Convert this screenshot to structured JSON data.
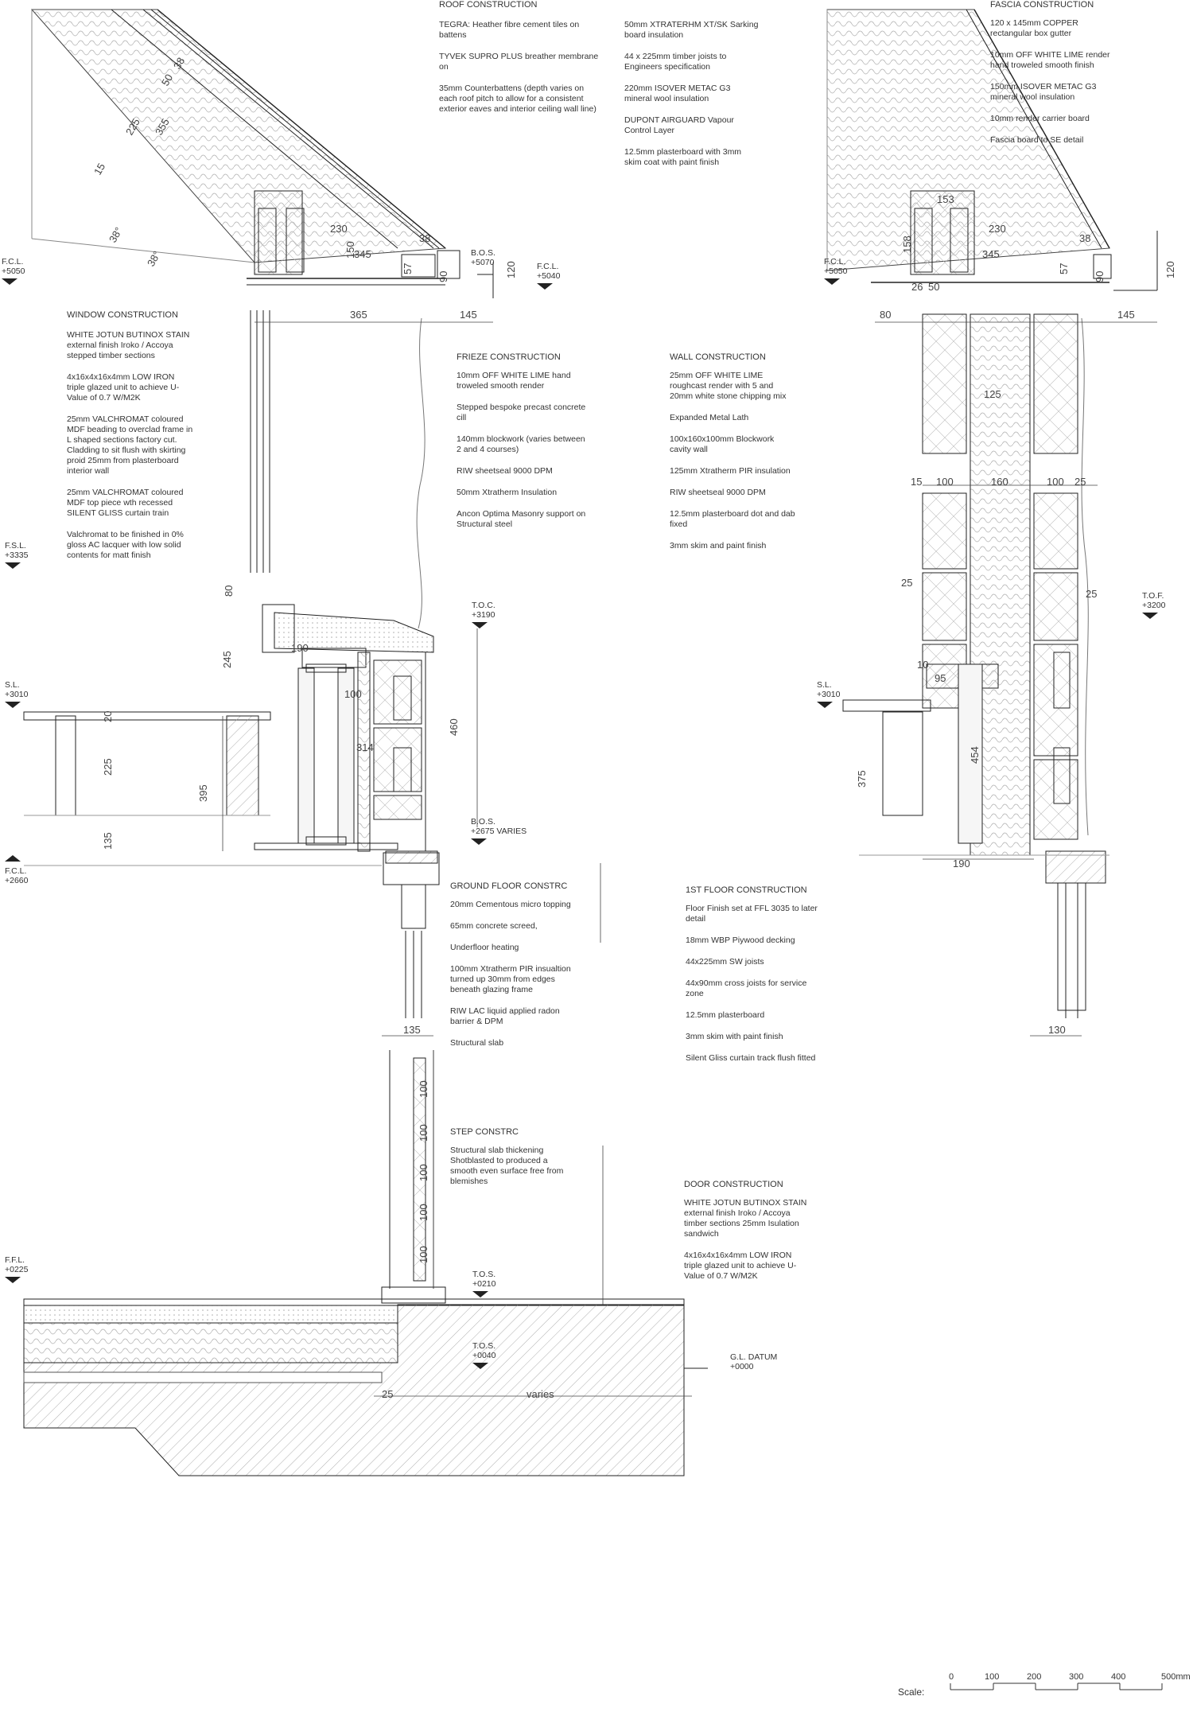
{
  "roof": {
    "title": "ROOF CONSTRUCTION",
    "col1": [
      "TEGRA: Heather fibre cement tiles on battens",
      "TYVEK SUPRO PLUS breather membrane on",
      "35mm Counterbattens (depth varies on each roof pitch to allow for a consistent exterior  eaves and interior ceiling wall  line)"
    ],
    "col2": [
      "50mm  XTRATERHM XT/SK Sarking board insulation",
      "44 x 225mm timber joists to Engineers specification",
      "220mm ISOVER METAC G3 mineral wool insulation",
      "DUPONT AIRGUARD Vapour Control Layer",
      "12.5mm plasterboard with 3mm skim coat with paint finish"
    ]
  },
  "fascia": {
    "title": "FASCIA CONSTRUCTION",
    "lines": [
      "120 x 145mm COPPER rectangular box gutter",
      "10mm OFF WHITE LIME render hand troweled smooth finish",
      "150mm ISOVER METAC G3 mineral wool insulation",
      "10mm render carrier board",
      "Fascia board to SE detail"
    ]
  },
  "window": {
    "title": "WINDOW CONSTRUCTION",
    "lines": [
      "WHITE JOTUN BUTINOX STAIN external finish Iroko / Accoya  stepped timber sections",
      "4x16x4x16x4mm LOW IRON triple glazed unit to achieve U-Value of 0.7 W/M2K",
      "25mm VALCHROMAT coloured MDF  beading to overclad frame in L shaped sections factory cut. Cladding to sit flush with skirting proid 25mm from plasterboard interior wall",
      "25mm VALCHROMAT coloured MDF  top piece wth recessed SILENT GLISS curtain train",
      "Valchromat to be finished in 0% gloss AC lacquer with low solid contents for matt finish"
    ]
  },
  "frieze": {
    "title": "FRIEZE CONSTRUCTION",
    "lines": [
      "10mm OFF WHITE LIME hand troweled smooth render",
      "Stepped bespoke precast concrete cill",
      "140mm blockwork (varies between 2 and 4 courses)",
      "RIW sheetseal 9000 DPM",
      "50mm Xtratherm Insulation",
      "Ancon Optima Masonry support on Structural steel"
    ]
  },
  "wall": {
    "title": "WALL CONSTRUCTION",
    "lines": [
      "25mm OFF WHITE LIME roughcast render with 5 and 20mm white stone chipping mix",
      "Expanded Metal Lath",
      "100x160x100mm Blockwork cavity wall",
      "125mm Xtratherm PIR insulation",
      "RIW sheetseal 9000 DPM",
      "12.5mm plasterboard dot and dab fixed",
      "3mm skim and paint finish"
    ]
  },
  "ground_floor": {
    "title": "GROUND FLOOR CONSTRC",
    "lines": [
      "20mm Cementous micro topping",
      "65mm concrete screed,",
      "Underfloor heating",
      "100mm Xtratherm PIR insualtion turned up 30mm from edges beneath glazing frame",
      "RIW LAC liquid applied radon barrier & DPM",
      "Structural slab"
    ]
  },
  "first_floor": {
    "title": "1ST FLOOR  CONSTRUCTION",
    "lines": [
      "Floor Finish set at FFL 3035  to later detail",
      "18mm WBP Piywood decking",
      "44x225mm SW joists",
      "44x90mm cross joists for service zone",
      "12.5mm plasterboard",
      "3mm skim with paint finish",
      "Silent Gliss curtain track flush fitted"
    ]
  },
  "step": {
    "title": "STEP CONSTRC",
    "lines": [
      "Structural slab thickening Shotblasted to produced a smooth even surface free from blemishes"
    ]
  },
  "door": {
    "title": "DOOR CONSTRUCTION",
    "lines": [
      "WHITE JOTUN BUTINOX STAIN external finish Iroko / Accoya   timber sections 25mm Isulation sandwich",
      "4x16x4x16x4mm LOW IRON triple glazed unit to achieve U-Value of 0.7 W/M2K"
    ]
  },
  "levels": {
    "fcl_5050_l": {
      "name": "F.C.L.",
      "value": "+5050"
    },
    "bos_5070": {
      "name": "B.O.S.",
      "value": "+5070"
    },
    "fcl_5040": {
      "name": "F.C.L.",
      "value": "+5040"
    },
    "fcl_5050_r": {
      "name": "F.C.L.",
      "value": "+5050"
    },
    "fsl_3335": {
      "name": "F.S.L.",
      "value": "+3335"
    },
    "toc_3190": {
      "name": "T.O.C.",
      "value": "+3190"
    },
    "tof_3200": {
      "name": "T.O.F.",
      "value": "+3200"
    },
    "sl_3010_l": {
      "name": "S.L.",
      "value": "+3010"
    },
    "sl_3010_r": {
      "name": "S.L.",
      "value": "+3010"
    },
    "bos_2675": {
      "name": "B.O.S.",
      "value": "+2675 VARIES"
    },
    "fcl_2660": {
      "name": "F.C.L.",
      "value": "+2660"
    },
    "ffl_0225": {
      "name": "F.F.L.",
      "value": "+0225"
    },
    "tos_0210": {
      "name": "T.O.S.",
      "value": "+0210"
    },
    "tos_0040": {
      "name": "T.O.S.",
      "value": "+0040"
    },
    "gl_datum": {
      "name": "G.L. DATUM",
      "value": "+0000"
    }
  },
  "dimensions": {
    "roof_50": "50",
    "roof_38": "38",
    "roof_225": "225",
    "roof_355": "355",
    "roof_15": "15",
    "angle_a": "38°",
    "angle_b": "38°",
    "eave_230": "230",
    "eave_150": "150",
    "eave_345": "345",
    "eave_57": "57",
    "eave_38": "38",
    "eave_90": "90",
    "eave_120": "120",
    "l_365": "365",
    "l_145": "145",
    "r_153": "153",
    "r_158": "158",
    "r_230": "230",
    "r_345": "345",
    "r_57": "57",
    "r_38": "38",
    "r_90": "90",
    "r_120": "120",
    "r_26": "26",
    "r_50": "50",
    "r_80": "80",
    "r_145": "145",
    "r_125": "125",
    "r_15": "15",
    "r_100a": "100",
    "r_160": "160",
    "r_100b": "100",
    "r_25a": "25",
    "r_25b": "25",
    "r_25c": "25",
    "r_10": "10",
    "r_95": "95",
    "r_375": "375",
    "r_454": "454",
    "r_190": "190",
    "r_130": "130",
    "l_80": "80",
    "l_190": "190",
    "l_245": "245",
    "l_100": "100",
    "l_20": "20",
    "l_460": "460",
    "l_314": "314",
    "l_225": "225",
    "l_395": "395",
    "l_135": "135",
    "door_135": "135",
    "step_100a": "100",
    "step_100b": "100",
    "step_100c": "100",
    "step_100d": "100",
    "step_100e": "100",
    "base_25": "25",
    "base_varies": "varies"
  },
  "scale": {
    "label": "Scale:",
    "ticks": [
      "0",
      "100",
      "200",
      "300",
      "400",
      "500mm"
    ]
  }
}
